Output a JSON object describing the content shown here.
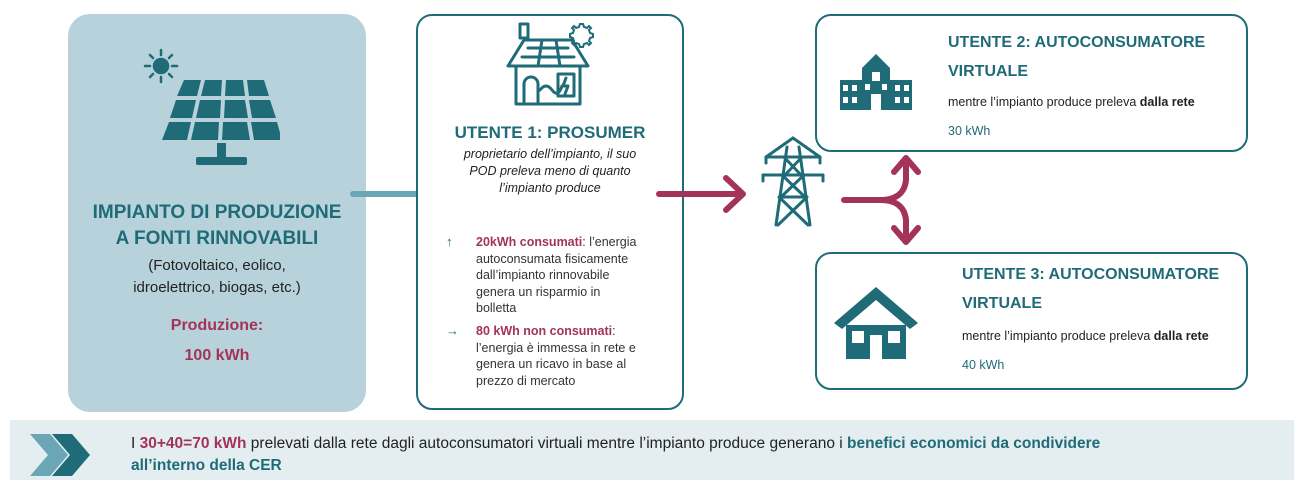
{
  "plant": {
    "title_line1": "IMPIANTO DI PRODUZIONE",
    "title_line2": "A FONTI RINNOVABILI",
    "sub_line1": "(Fotovoltaico, eolico,",
    "sub_line2": "idroelettrico, biogas, etc.)",
    "production_label": "Produzione:",
    "production_value": "100 kWh",
    "icon": "solar-panel-icon"
  },
  "prosumer": {
    "icon": "prosumer-house-icon",
    "title": "UTENTE 1: PROSUMER",
    "desc_line1": "proprietario dell’impianto, il suo",
    "desc_line2": "POD preleva meno di quanto",
    "desc_line3": "l’impianto produce",
    "item1": {
      "arrow": "↑",
      "highlight": "20kWh consumati",
      "lines": [
        ": l’energia",
        "autoconsumata fisicamente",
        "dall’impianto rinnovabile",
        "genera un risparmio in",
        "bolletta"
      ]
    },
    "item2": {
      "arrow": "→",
      "highlight": "80 kWh non consumati",
      "lines": [
        ":",
        "l’energia è immessa in rete e",
        "genera un ricavo in base al",
        "prezzo di mercato"
      ]
    }
  },
  "user2": {
    "icon": "building-icon",
    "title_line1": "UTENTE 2: AUTOCONSUMATORE",
    "title_line2": "VIRTUALE",
    "desc": "mentre l’impianto produce preleva ",
    "desc_bold": "dalla rete",
    "kwh": "30 kWh"
  },
  "user3": {
    "icon": "house-icon",
    "title_line1": "UTENTE 3: AUTOCONSUMATORE",
    "title_line2": "VIRTUALE",
    "desc": "mentre l’impianto produce preleva ",
    "desc_bold": "dalla rete",
    "kwh": "40 kWh"
  },
  "banner": {
    "icon": "double-chevron-icon",
    "t1": "I ",
    "t2": "30+40=70 kWh",
    "t3": " prelevati dalla rete dagli autoconsumatori virtuali mentre l’impianto produce generano i ",
    "t4": "benefici economici da condividere",
    "t5": "all’interno della CER"
  },
  "colors": {
    "teal": "#1f6b78",
    "light_blue": "#b7d2da",
    "magenta": "#a3335a",
    "arrow_blue": "#6aa6b5"
  },
  "icons": [
    "sun-icon",
    "solar-panel-icon",
    "prosumer-house-icon",
    "pylon-icon",
    "building-icon",
    "house-icon",
    "double-chevron-icon"
  ]
}
